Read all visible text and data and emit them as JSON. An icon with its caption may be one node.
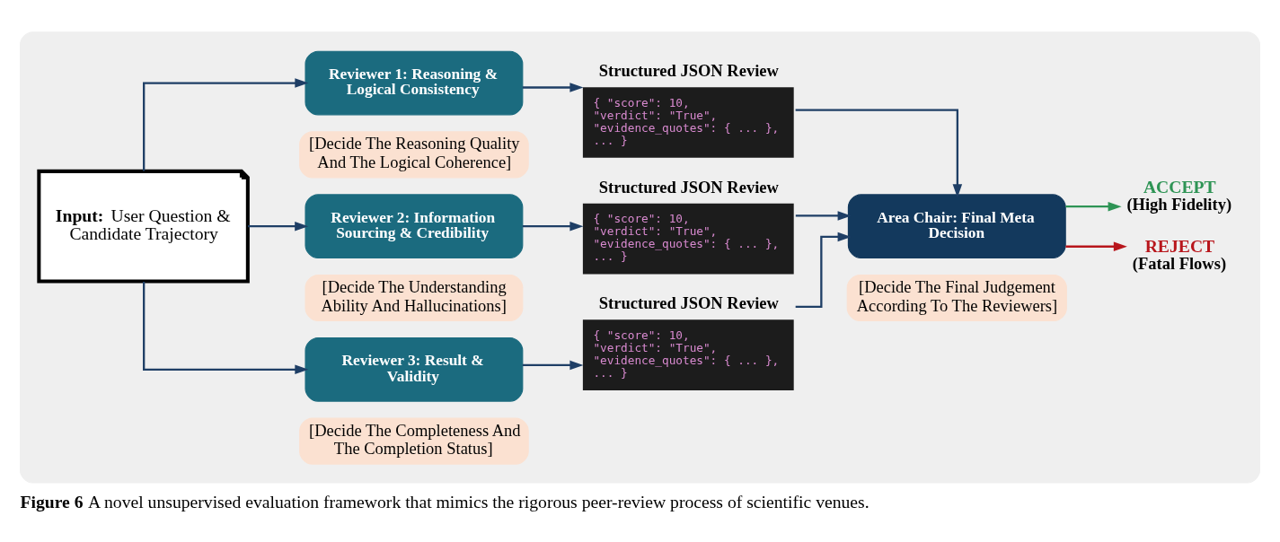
{
  "diagram": {
    "caption": "**Figure 6** A novel unsupervised evaluation framework that mimics the rigorous peer-review process of scientific venues.",
    "nodes": [
      {
        "text": [],
        "shape": "box"
      },
      {
        "text": [
          "**Input:** User Question & Candidate Trajectory"
        ],
        "in": 0
      },
      {
        "text": [
          "Reviewer 1: Reasoning & Logical Consistency"
        ],
        "in": 0
      },
      {
        "text": [
          "[Decide The Reasoning Quality And The Logical Coherence]"
        ],
        "in": 0
      },
      {
        "text": [
          "Reviewer 2: Information Sourcing & Credibility"
        ],
        "in": 0
      },
      {
        "text": [
          "[Decide The Understanding Ability And Hallucinations]"
        ],
        "in": 0
      },
      {
        "text": [
          "Reviewer 3: Result & Validity"
        ],
        "in": 0
      },
      {
        "text": [
          "[Decide The Completeness And The Completion Status]"
        ],
        "in": 0
      },
      {
        "text": [
          "Structured JSON Review",
          "{ \"score\": 10, \"verdict\": \"True\", \"evidence_quotes\": { ... }, ... }"
        ],
        "in": 0
      },
      {
        "text": [
          "Structured JSON Review",
          "{ \"score\": 10, \"verdict\": \"True\", \"evidence_quotes\": { ... }, ... }"
        ],
        "in": 0
      },
      {
        "text": [
          "Structured JSON Review",
          "{ \"score\": 10, \"verdict\": \"True\", \"evidence_quotes\": { ... }, ... }"
        ],
        "in": 0
      },
      {
        "text": [
          "Area Chair: Final Meta Decision"
        ],
        "in": 0
      },
      {
        "text": [
          "[Decide The Final Judgement According To The Reviewers]"
        ],
        "in": 0
      },
      {
        "text": [
          "ACCEPT",
          "(High Fidelity)"
        ],
        "in": 0
      },
      {
        "text": [
          "REJECT",
          "(Fatal Flows)"
        ],
        "in": 0
      }
    ],
    "edges": [
      {
        "from": 1,
        "to": 2,
        "arrow": "to"
      },
      {
        "from": 1,
        "to": 4,
        "arrow": "to"
      },
      {
        "from": 1,
        "to": 6,
        "arrow": "to"
      },
      {
        "from": 2,
        "to": 8,
        "arrow": "to"
      },
      {
        "from": 4,
        "to": 9,
        "arrow": "to"
      },
      {
        "from": 6,
        "to": 10,
        "arrow": "to"
      },
      {
        "from": 8,
        "to": 11,
        "arrow": "to"
      },
      {
        "from": 9,
        "to": 11,
        "arrow": "to"
      },
      {
        "from": 10,
        "to": 11,
        "arrow": "to"
      },
      {
        "from": 11,
        "to": 13,
        "arrow": "to",
        "color": "#2e9455"
      },
      {
        "from": 11,
        "to": 14,
        "arrow": "to",
        "color": "#b8161c"
      }
    ]
  }
}
